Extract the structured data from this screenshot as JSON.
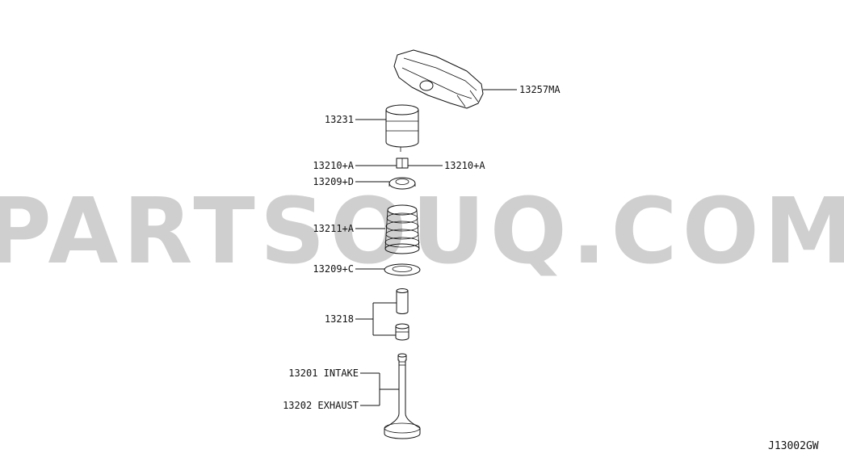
{
  "watermark": "PARTSOUQ.COM",
  "diagram_code": "J13002GW",
  "callouts": {
    "rocker_arm": "13257MA",
    "lifter": "13231",
    "collet_left": "13210+A",
    "collet_right": "13210+A",
    "retainer": "13209+D",
    "spring": "13211+A",
    "seat": "13209+C",
    "guide_seal": "13218",
    "valve_intake": "13201 INTAKE",
    "valve_exhaust": "13202 EXHAUST"
  }
}
